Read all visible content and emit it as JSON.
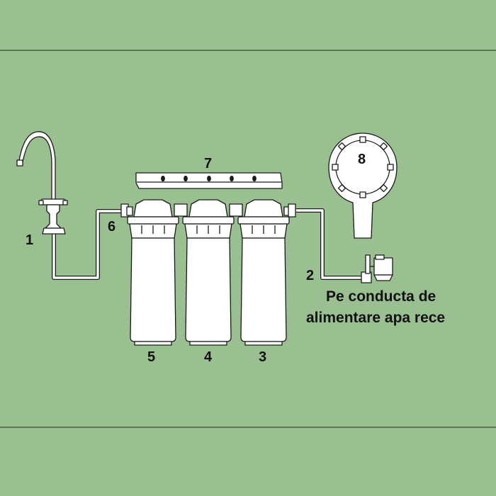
{
  "colors": {
    "background": "#9abf91",
    "part_fill": "#ffffff",
    "outline": "#1a1a1a",
    "text": "#111111"
  },
  "labels": {
    "faucet": "1",
    "inlet_valve": "2",
    "filter_right": "3",
    "filter_middle": "4",
    "filter_left": "5",
    "outlet_fitting": "6",
    "wall_bracket": "7",
    "housing_wrench": "8"
  },
  "caption": {
    "line1": "Pe conducta de",
    "line2": "alimentare apa rece"
  },
  "icons": [
    "faucet-icon",
    "valve-icon",
    "filter-housing-icon",
    "bracket-icon",
    "wrench-icon"
  ]
}
